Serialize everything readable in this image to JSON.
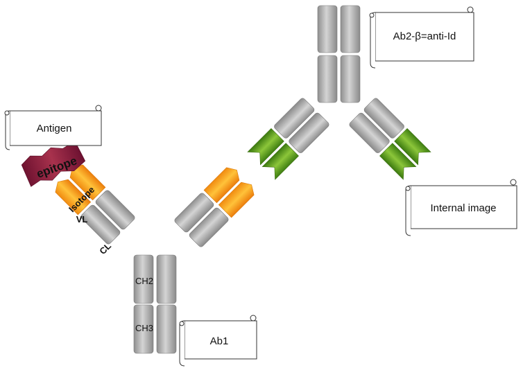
{
  "scroll_labels": {
    "antigen": "Antigen",
    "ab2": "Ab2-β=anti-Id",
    "internal_image": "Internal image",
    "ab1": "Ab1"
  },
  "domain_labels": {
    "epitope": "epitope",
    "isotope": "Isotope",
    "vl": "VL",
    "cl": "CL",
    "ch2": "CH2",
    "ch3": "CH3"
  },
  "colors": {
    "constant_domain": "#a9a9a9",
    "variable_ab1": "#f7a21a",
    "variable_ab2": "#6aa51e",
    "epitope": "#8a1f3c"
  }
}
